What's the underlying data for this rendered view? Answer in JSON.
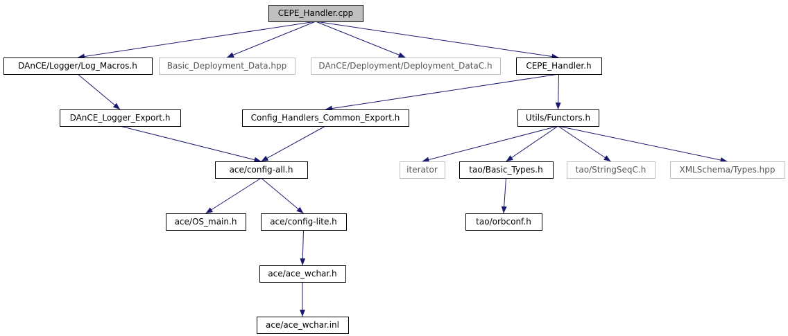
{
  "colors": {
    "edge": "#191970",
    "root_fill": "#bfbfbf",
    "node_border": "#000000",
    "missing_border": "#bfbfbf",
    "missing_text": "#555555",
    "text": "#000000"
  },
  "nodes": [
    {
      "id": "cepe_handler_cpp",
      "label": "CEPE_Handler.cpp",
      "kind": "root"
    },
    {
      "id": "log_macros",
      "label": "DAnCE/Logger/Log_Macros.h",
      "kind": "normal"
    },
    {
      "id": "basic_deployment_data",
      "label": "Basic_Deployment_Data.hpp",
      "kind": "missing"
    },
    {
      "id": "deployment_datac",
      "label": "DAnCE/Deployment/Deployment_DataC.h",
      "kind": "missing"
    },
    {
      "id": "cepe_handler_h",
      "label": "CEPE_Handler.h",
      "kind": "normal"
    },
    {
      "id": "dance_logger_export",
      "label": "DAnCE_Logger_Export.h",
      "kind": "normal"
    },
    {
      "id": "config_handlers_common_export",
      "label": "Config_Handlers_Common_Export.h",
      "kind": "normal"
    },
    {
      "id": "utils_functors",
      "label": "Utils/Functors.h",
      "kind": "normal"
    },
    {
      "id": "ace_config_all",
      "label": "ace/config-all.h",
      "kind": "normal"
    },
    {
      "id": "iterator",
      "label": "iterator",
      "kind": "missing"
    },
    {
      "id": "tao_basic_types",
      "label": "tao/Basic_Types.h",
      "kind": "normal"
    },
    {
      "id": "tao_stringseqc",
      "label": "tao/StringSeqC.h",
      "kind": "missing"
    },
    {
      "id": "xmlschema_types",
      "label": "XMLSchema/Types.hpp",
      "kind": "missing"
    },
    {
      "id": "ace_os_main",
      "label": "ace/OS_main.h",
      "kind": "normal"
    },
    {
      "id": "ace_config_lite",
      "label": "ace/config-lite.h",
      "kind": "normal"
    },
    {
      "id": "tao_orbconf",
      "label": "tao/orbconf.h",
      "kind": "normal"
    },
    {
      "id": "ace_wchar_h",
      "label": "ace/ace_wchar.h",
      "kind": "normal"
    },
    {
      "id": "ace_wchar_inl",
      "label": "ace/ace_wchar.inl",
      "kind": "normal"
    }
  ],
  "edges": [
    [
      "cepe_handler_cpp",
      "log_macros"
    ],
    [
      "cepe_handler_cpp",
      "basic_deployment_data"
    ],
    [
      "cepe_handler_cpp",
      "deployment_datac"
    ],
    [
      "cepe_handler_cpp",
      "cepe_handler_h"
    ],
    [
      "log_macros",
      "dance_logger_export"
    ],
    [
      "cepe_handler_h",
      "config_handlers_common_export"
    ],
    [
      "cepe_handler_h",
      "utils_functors"
    ],
    [
      "dance_logger_export",
      "ace_config_all"
    ],
    [
      "config_handlers_common_export",
      "ace_config_all"
    ],
    [
      "utils_functors",
      "iterator"
    ],
    [
      "utils_functors",
      "tao_basic_types"
    ],
    [
      "utils_functors",
      "tao_stringseqc"
    ],
    [
      "utils_functors",
      "xmlschema_types"
    ],
    [
      "ace_config_all",
      "ace_os_main"
    ],
    [
      "ace_config_all",
      "ace_config_lite"
    ],
    [
      "tao_basic_types",
      "tao_orbconf"
    ],
    [
      "ace_config_lite",
      "ace_wchar_h"
    ],
    [
      "ace_wchar_h",
      "ace_wchar_inl"
    ]
  ]
}
